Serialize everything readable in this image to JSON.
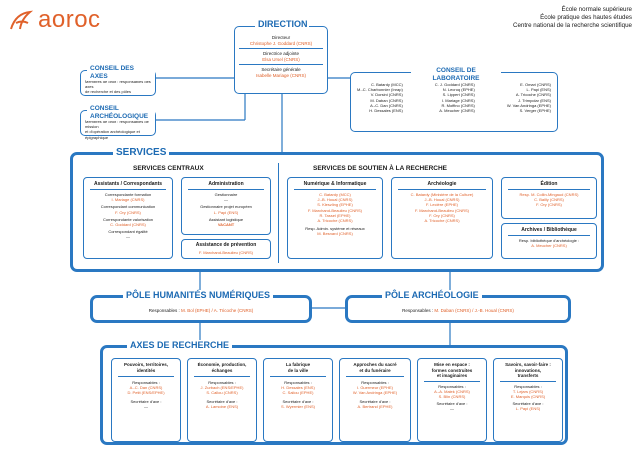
{
  "header": {
    "logo_text": "aoroc",
    "institutions": [
      "École normale supérieure",
      "École pratique des hautes études",
      "Centre national de la recherche scientifique"
    ]
  },
  "direction": {
    "title": "DIRECTION",
    "entries": [
      {
        "role": "Directeur",
        "name": "Christophe J. Goddard",
        "aff": "(CNRS)"
      },
      {
        "role": "Directrice adjointe",
        "name": "Elsa Ursel",
        "aff": "(CNRS)"
      },
      {
        "role": "Secrétaire générale",
        "name": "Isabelle Mariage",
        "aff": "(CNRS)"
      }
    ]
  },
  "conseil_axes": {
    "title": "CONSEIL DES AXES",
    "text": [
      "Membres de droit : responsables des axes",
      "de recherche et des pôles"
    ]
  },
  "conseil_archeo": {
    "title": "CONSEIL ARCHÉOLOGIQUE",
    "text": [
      "Membres de droit : responsables de mission",
      "et d'opération archéologique et épigraphique"
    ]
  },
  "conseil_labo": {
    "title": "CONSEIL DE LABORATOIRE",
    "columns": [
      [
        "C. Batardy (MCC)",
        "M.-C. Charbonnier (Inrap)",
        "V. Dorsini (CNRS)",
        "M. Daban (CNRS)",
        "A.-C. Dan (CNRS)",
        "H. Dessales (ENS)"
      ],
      [
        "C. J. Goddard (CNRS)",
        "N. Lecroq (EPHE)",
        "S. Lippert (CNRS)",
        "I. Mariage (CNRS)",
        "R. Moffino (CNRS)",
        "A. Meucher (CNRS)"
      ],
      [
        "E. Omari (CNRS)",
        "L. Papi (ENS)",
        "A. Tricoche (CNRS)",
        "J. Trimpolar (ENS)",
        "W. Van Andringa (EPHE)",
        "S. Verger (EPHE)"
      ]
    ]
  },
  "services": {
    "title": "SERVICES",
    "centraux_title": "SERVICES CENTRAUX",
    "soutien_title": "SERVICES DE SOUTIEN À LA RECHERCHE",
    "assistants": {
      "title": "Assistants / Correspondants",
      "items": [
        {
          "role": "Correspondante formation",
          "name": "I. Mariage (CNRS)"
        },
        {
          "role": "Correspondant communication",
          "name": "F. Ory (CNRS)"
        },
        {
          "role": "Correspondante valorisation",
          "name": "C. Goddard (CNRS)"
        },
        {
          "role": "Correspondant égalité",
          "name": "—"
        }
      ]
    },
    "administration": {
      "title": "Administration",
      "lines": [
        {
          "role": "Gestionnaire",
          "name": "—"
        },
        {
          "role": "Gestionnaire projet européen",
          "name": "L. Papi (ENS)"
        },
        {
          "role": "Assistant logistique",
          "name": "VACANT"
        }
      ]
    },
    "prevention": {
      "title": "Assistance de prévention",
      "name": "F. Marchand-Beaulieu (CNRS)"
    },
    "numerique": {
      "title": "Numérique & Informatique",
      "names": [
        "C. Batardy (MCC)",
        "J.-B. Houal (CNRS)",
        "S. Kleszling (EPHE)",
        "F. Marchand-Beaulieu (CNRS)",
        "R. Tassel (EPHE)",
        "A. Tricoche (CNRS)"
      ],
      "extra_role": "Resp. Admin. système et réseaux",
      "extra_name": "M. Besnard (CNRS)"
    },
    "archeologie": {
      "title": "Archéologie",
      "names": [
        "C. Batardy (Ministère de la Culture)",
        "J.-B. Houal (CNRS)",
        "F. Lecière (EPHE)",
        "F. Marchand-Beaulieu (CNRS)",
        "F. Ory (CNRS)",
        "A. Tricoche (CNRS)"
      ]
    },
    "edition": {
      "title": "Édition",
      "lines": [
        "Resp. M. Collin-Mingaud (CNRS)",
        "C. Bailly (CNRS)",
        "F. Ory (CNRS)"
      ]
    },
    "archives": {
      "title": "Archives / Bibliothèque",
      "role": "Resp. bibliothèque d'archéologie :",
      "name": "A. Meucher (CNRS)"
    }
  },
  "pole_hn": {
    "title": "PÔLE HUMANITÉS NUMÉRIQUES",
    "resp_label": "Responsables :",
    "resp": "M. Bol (EPHE) / A. Tricoche (CNRS)"
  },
  "pole_archeo": {
    "title": "PÔLE ARCHÉOLOGIE",
    "resp_label": "Responsables :",
    "resp": "M. Daban (CNRS) / J.-B. Houal (CNRS)"
  },
  "axes": {
    "title": "AXES DE RECHERCHE",
    "items": [
      {
        "title": [
          "Pouvoirs, territoires,",
          "identités"
        ],
        "resp": [
          "A.-C. Dan (CNRS)",
          "D. Petit (ENS/EPHE)"
        ],
        "sec": "—"
      },
      {
        "title": [
          "Économie, production,",
          "échanges"
        ],
        "resp": [
          "J. Zurbach (ENS/EPHE)",
          "S. Callou (CNRS)"
        ],
        "sec": "A. Lamoine (ENS)"
      },
      {
        "title": [
          "La fabrique",
          "de la ville"
        ],
        "resp": [
          "H. Dessales (ENS)",
          "C. Saliou (EPHE)"
        ],
        "sec": "S. Wyermier (ENS)"
      },
      {
        "title": [
          "Approches du sacré",
          "et du funéraire"
        ],
        "resp": [
          "I. Guermeur (EPHE)",
          "W. Van Andringa (EPHE)"
        ],
        "sec": "A. Bertrand (EPHE)"
      },
      {
        "title": [
          "Mise en espace :",
          "formes construites",
          "et imaginaires"
        ],
        "resp": [
          "A.-A. Malek (CNRS)",
          "S. Blin (CNRS)"
        ],
        "sec": "—"
      },
      {
        "title": [
          "Savoirs, savoir-faire :",
          "innovations,",
          "transferts"
        ],
        "resp": [
          "T. Lejars (CNRS)",
          "E. Marquis (CNRS)"
        ],
        "sec": "L. Papi (ENS)"
      }
    ],
    "resp_label": "Responsables :",
    "sec_label": "Secrétaire d'axe :"
  }
}
